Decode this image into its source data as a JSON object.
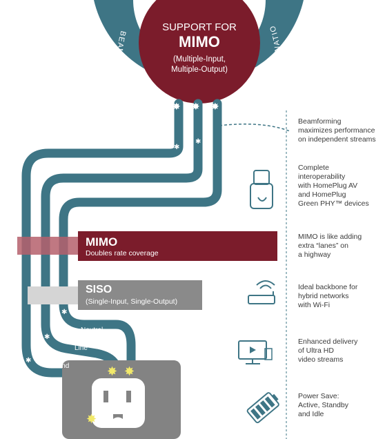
{
  "header": {
    "line1": "SUPPORT FOR",
    "line2": "MIMO",
    "line3": "(Multiple-Input,",
    "line4": "Multiple-Output)"
  },
  "ring": {
    "left_text": "BEAMFORMING ALIGNS",
    "right_text": "SIGNALS AT DESTINATION"
  },
  "bands": {
    "mimo": {
      "title": "MIMO",
      "subtitle": "Doubles rate coverage"
    },
    "siso": {
      "title": "SISO",
      "subtitle": "(Single-Input, Single-Output)"
    }
  },
  "wires": {
    "neutral": "Neutral",
    "line": "Line",
    "ground": "Ground"
  },
  "features": [
    {
      "icon": "beamforming-dashed-line-icon",
      "lines": [
        "Beamforming",
        "maximizes performance",
        "on independent streams"
      ]
    },
    {
      "icon": "plug-adapter-icon",
      "lines": [
        "Complete",
        "interoperability",
        "with HomePlug AV",
        "and HomePlug",
        "Green PHY™ devices"
      ]
    },
    {
      "icon": "none",
      "lines": [
        "MIMO is like adding",
        "extra “lanes” on",
        "a highway"
      ]
    },
    {
      "icon": "wifi-router-icon",
      "lines": [
        "Ideal backbone for",
        "hybrid networks",
        "with Wi-Fi"
      ]
    },
    {
      "icon": "video-monitor-icon",
      "lines": [
        "Enhanced delivery",
        "of Ultra HD",
        "video streams"
      ]
    },
    {
      "icon": "battery-icon",
      "lines": [
        "Power Save:",
        "Active, Standby",
        "and Idle"
      ]
    }
  ],
  "colors": {
    "teal": "#3e7585",
    "maroon": "#7b1c2b",
    "gray": "#8a8a8a",
    "outlet_gray": "#838383",
    "star_yellow": "#f2e96a"
  }
}
